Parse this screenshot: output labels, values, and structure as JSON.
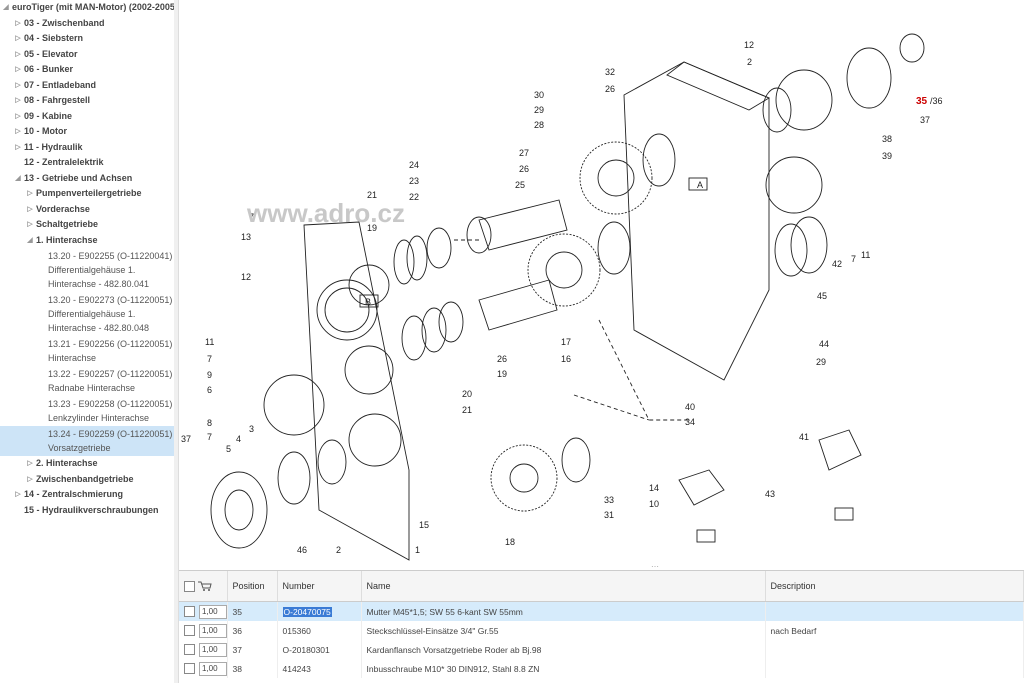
{
  "sidebar": {
    "items": [
      {
        "label": "euroTiger (mit MAN-Motor) (2002-2005)",
        "toggle": "◢",
        "x": 2,
        "bold": true
      },
      {
        "label": "03 - Zwischenband",
        "toggle": "▷",
        "x": 14,
        "bold": true
      },
      {
        "label": "04 - Siebstern",
        "toggle": "▷",
        "x": 14,
        "bold": true
      },
      {
        "label": "05 - Elevator",
        "toggle": "▷",
        "x": 14,
        "bold": true
      },
      {
        "label": "06 - Bunker",
        "toggle": "▷",
        "x": 14,
        "bold": true
      },
      {
        "label": "07 - Entladeband",
        "toggle": "▷",
        "x": 14,
        "bold": true
      },
      {
        "label": "08 - Fahrgestell",
        "toggle": "▷",
        "x": 14,
        "bold": true
      },
      {
        "label": "09 - Kabine",
        "toggle": "▷",
        "x": 14,
        "bold": true
      },
      {
        "label": "10 - Motor",
        "toggle": "▷",
        "x": 14,
        "bold": true
      },
      {
        "label": "11 - Hydraulik",
        "toggle": "▷",
        "x": 14,
        "bold": true
      },
      {
        "label": "12 - Zentralelektrik",
        "toggle": "",
        "x": 14,
        "bold": true
      },
      {
        "label": "13 - Getriebe und Achsen",
        "toggle": "◢",
        "x": 14,
        "bold": true
      },
      {
        "label": "Pumpenverteilergetriebe",
        "toggle": "▷",
        "x": 26,
        "bold": true
      },
      {
        "label": "Vorderachse",
        "toggle": "▷",
        "x": 26,
        "bold": true
      },
      {
        "label": "Schaltgetriebe",
        "toggle": "▷",
        "x": 26,
        "bold": true
      },
      {
        "label": "1. Hinterachse",
        "toggle": "◢",
        "x": 26,
        "bold": true
      },
      {
        "label": "13.20 - E902255 (O-11220041) Differentialgehäuse 1. Hinterachse - 482.80.041",
        "toggle": "",
        "x": 38,
        "bold": false
      },
      {
        "label": "13.20 - E902273 (O-11220051) Differentialgehäuse 1. Hinterachse - 482.80.048",
        "toggle": "",
        "x": 38,
        "bold": false
      },
      {
        "label": "13.21 - E902256 (O-11220051) Hinterachse",
        "toggle": "",
        "x": 38,
        "bold": false
      },
      {
        "label": "13.22 - E902257 (O-11220051) Radnabe Hinterachse",
        "toggle": "",
        "x": 38,
        "bold": false
      },
      {
        "label": "13.23 - E902258 (O-11220051) Lenkzylinder Hinterachse",
        "toggle": "",
        "x": 38,
        "bold": false
      },
      {
        "label": "13.24 - E902259 (O-11220051) Vorsatzgetriebe",
        "toggle": "",
        "x": 38,
        "bold": false,
        "selected": true
      },
      {
        "label": "2. Hinterachse",
        "toggle": "▷",
        "x": 26,
        "bold": true
      },
      {
        "label": "Zwischenbandgetriebe",
        "toggle": "▷",
        "x": 26,
        "bold": true
      },
      {
        "label": "14 - Zentralschmierung",
        "toggle": "▷",
        "x": 14,
        "bold": true
      },
      {
        "label": "15 - Hydraulikverschraubungen",
        "toggle": "",
        "x": 14,
        "bold": true
      }
    ]
  },
  "diagram": {
    "watermark": "www.adro.cz",
    "highlight_label": "35",
    "highlight_suffix": "/36",
    "callout_a": "A",
    "callout_b": "B",
    "labels": [
      "12",
      "2",
      "30",
      "29",
      "28",
      "32",
      "26",
      "27",
      "26",
      "25",
      "24",
      "23",
      "22",
      "21",
      "19",
      "13",
      "7",
      "12",
      "11",
      "7",
      "9",
      "6",
      "8",
      "7",
      "37",
      "4",
      "5",
      "3",
      "46",
      "2",
      "1",
      "15",
      "20",
      "21",
      "26",
      "19",
      "17",
      "16",
      "18",
      "33",
      "31",
      "34",
      "40",
      "14",
      "10",
      "41",
      "43",
      "44",
      "29",
      "45",
      "42",
      "7",
      "11",
      "39",
      "38",
      "37"
    ]
  },
  "grid": {
    "headers": {
      "position": "Position",
      "number": "Number",
      "name": "Name",
      "description": "Description"
    },
    "rows": [
      {
        "qty": "1,00",
        "position": "35",
        "number": "O-20470075",
        "name": "Mutter M45*1,5; SW 55 6-kant SW 55mm",
        "description": "",
        "selected": true
      },
      {
        "qty": "1,00",
        "position": "36",
        "number": "015360",
        "name": "Steckschlüssel-Einsätze 3/4\" Gr.55",
        "description": "nach Bedarf",
        "selected": false
      },
      {
        "qty": "1,00",
        "position": "37",
        "number": "O-20180301",
        "name": "Kardanflansch Vorsatzgetriebe Roder ab Bj.98",
        "description": "",
        "selected": false
      },
      {
        "qty": "1,00",
        "position": "38",
        "number": "414243",
        "name": "Inbusschraube M10* 30 DIN912, Stahl 8.8 ZN",
        "description": "",
        "selected": false
      }
    ]
  },
  "colors": {
    "selection": "#cde4f7",
    "row_selection": "#d6ebfb",
    "highlight_red": "#cc0000"
  }
}
